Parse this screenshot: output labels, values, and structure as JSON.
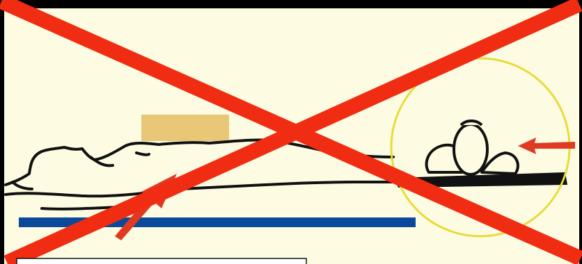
{
  "colors": {
    "frame": "#000000",
    "background": "#fdfbe1",
    "sandbag": "#e8c777",
    "board": "#0b4a9b",
    "support_bar": "#111111",
    "arrow": "#e03a22",
    "cross": "#f02c12",
    "magnifier_circle": "#e6dc3a",
    "outline": "#111111",
    "caption_box_fill": "#ffffff"
  },
  "elements": {
    "body_figure": "lying-patient-outline",
    "sandbag": "sandbag-block",
    "board": "positioning-board",
    "head_detail": "head-end-detail",
    "arrow_main": "arrow-icon",
    "arrow_head": "arrow-icon",
    "cross": "cross-out-icon",
    "caption_box": "caption-box"
  }
}
